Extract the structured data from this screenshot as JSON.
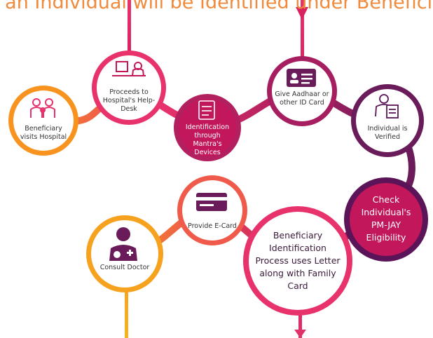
{
  "title": "ow an Individual will be Identified under Beneficiary",
  "steps": [
    {
      "label": "Beneficiary visits Hospital",
      "icon": "family-icon"
    },
    {
      "label": "Proceeds to Hospital's Help-Desk",
      "icon": "help-desk-icon"
    },
    {
      "label": "Identification through Mantra's Devices",
      "icon": "document-scan-icon"
    },
    {
      "label": "Give Aadhaar or other ID Card",
      "icon": "id-card-icon"
    },
    {
      "label": "Individual is Verified",
      "icon": "verified-person-icon"
    },
    {
      "label": "Check Individual's PM-JAY Eligibility",
      "icon": ""
    },
    {
      "label": "Beneficiary Identification Process uses Letter along with Family Card",
      "icon": ""
    },
    {
      "label": "Provide E-Card",
      "icon": "e-card-icon"
    },
    {
      "label": "Consult Doctor",
      "icon": "doctor-icon"
    }
  ],
  "colors": {
    "orange": "#f7931e",
    "pink": "#e8326c",
    "magenta": "#c2185b",
    "purple": "#6a1b5a",
    "dark_purple": "#5b1457"
  }
}
